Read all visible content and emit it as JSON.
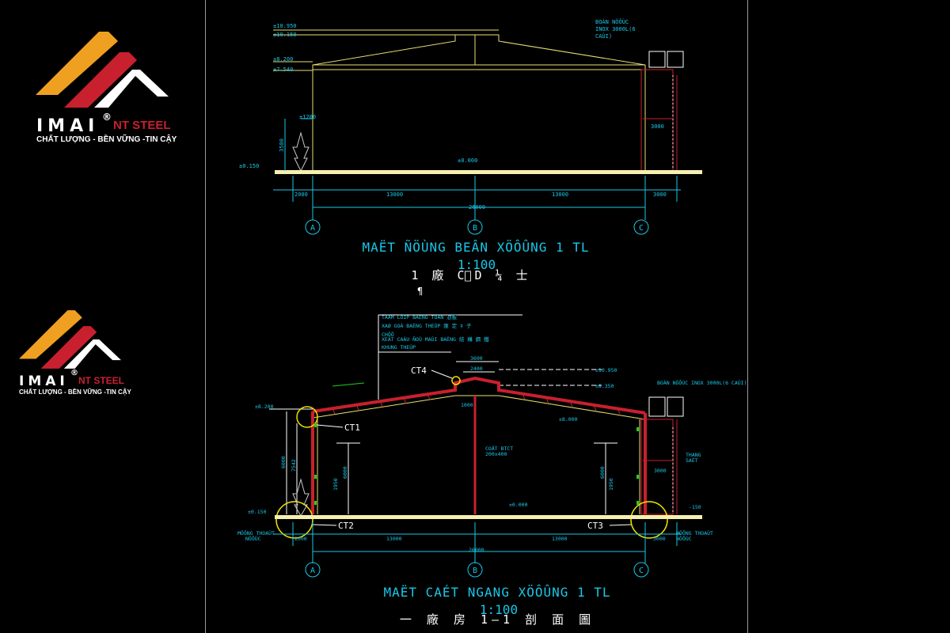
{
  "logos": [
    {
      "word": "IMAI",
      "reg": "®",
      "brand": "NT STEEL",
      "tagline": "CHẤT LƯỢNG - BỀN VỮNG -TIN CẬY"
    },
    {
      "word": "IMAI",
      "reg": "®",
      "brand": "NT STEEL",
      "tagline": "CHẤT LƯỢNG - BỀN VỮNG -TIN CẬY"
    }
  ],
  "colors": {
    "background": "#000000",
    "frame": "#9a9a9a",
    "cyan": "#19c8e8",
    "yellow": "#e8e070",
    "red": "#c8202e",
    "orange": "#f0a020",
    "green": "#20d020",
    "white": "#ffffff"
  },
  "top_drawing": {
    "levels": [
      "±10.950",
      "±10.150",
      "±8.200",
      "±7.540",
      "±1200",
      "±0.000",
      "±0.150"
    ],
    "tank_label": [
      "BOÀN NÖÔÙC",
      "INOX 3000L(6",
      "CAÙI)"
    ],
    "dims_bottom": [
      "2000",
      "13000",
      "13000",
      "3000"
    ],
    "dim_total": "26000",
    "dim_left_vertical": "3500",
    "dim_right": "3000",
    "axes": [
      "A",
      "B",
      "C"
    ],
    "title": "MAËT ÑÖÙNG BEÂN XÖÔÛNG 1   TL",
    "scale": "1:100",
    "cjk_line": "1 廠 C⃝D ¼ 士",
    "mark": "¶"
  },
  "bottom_drawing": {
    "notes": [
      "TAÁM LÔÏP BAÈNG TOÂN 浪板",
      "XAØ GOÀ BAÈNG THEÙP 匯 定 ‡ 子",
      "CHÖÕ",
      "XEÁT CAÀU ÑOÙ MAÙI BAÈNG   結 構 鋼 鐵",
      "KHUNG THEÙP"
    ],
    "ct_labels": [
      "CT1",
      "CT2",
      "CT3",
      "CT4"
    ],
    "levels": [
      "±10.950",
      "±8.350",
      "±8.200",
      "±8.000",
      "±0.000",
      "±0.150",
      "-150"
    ],
    "top_dims": [
      "3600",
      "2400"
    ],
    "mid_dim": "1000",
    "column_label": [
      "COÄT BTCT",
      "200x400"
    ],
    "tank_label": "BOÀN NÖÔÙC INOX 3000L(6 CAÙI)",
    "ladder_label": [
      "THANG",
      "SAÉT"
    ],
    "left_vertical_dims": [
      "6000",
      "7542",
      "6000",
      "1950"
    ],
    "right_vertical_dims": [
      "6000",
      "1950"
    ],
    "right_dim": "3000",
    "dims_bottom": [
      "2000",
      "13000",
      "13000",
      "3000"
    ],
    "dim_total": "26000",
    "drain_left": [
      "MÖÔNG THOAÙT",
      "NÖÔÙC"
    ],
    "drain_right": [
      "MÖÔNG THOAÙT",
      "NÖÔÙC"
    ],
    "axes": [
      "A",
      "B",
      "C"
    ],
    "title": "MAËT CAÉT NGANG XÖÔÛNG 1   TL",
    "scale": "1:100",
    "cjk_line": "一 廠 房 1—1 剖 面 圖"
  }
}
